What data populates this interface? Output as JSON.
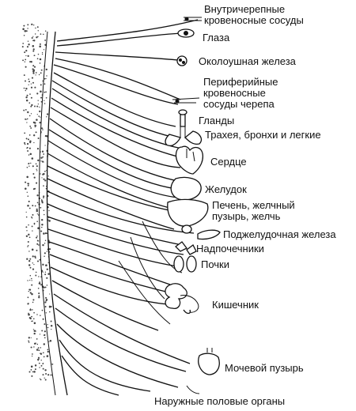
{
  "labels": {
    "intracranial_vessels": [
      "Внутричерепные",
      "кровеносные сосуды"
    ],
    "eyes": "Глаза",
    "parotid_gland": "Околоушная железа",
    "peripheral_vessels": [
      "Периферийные",
      "кровеносные",
      "сосуды черепа"
    ],
    "glands": "Гланды",
    "trachea_lungs": "Трахея, бронхи и легкие",
    "heart": "Сердце",
    "stomach": "Желудок",
    "liver": [
      "Печень, желчный",
      "пузырь, желчь"
    ],
    "pancreas": "Поджелудочная железа",
    "adrenals": "Надпочечники",
    "kidneys": "Почки",
    "intestine": "Кишечник",
    "bladder": "Мочевой пузырь",
    "genitals": "Наружные половые органы"
  }
}
